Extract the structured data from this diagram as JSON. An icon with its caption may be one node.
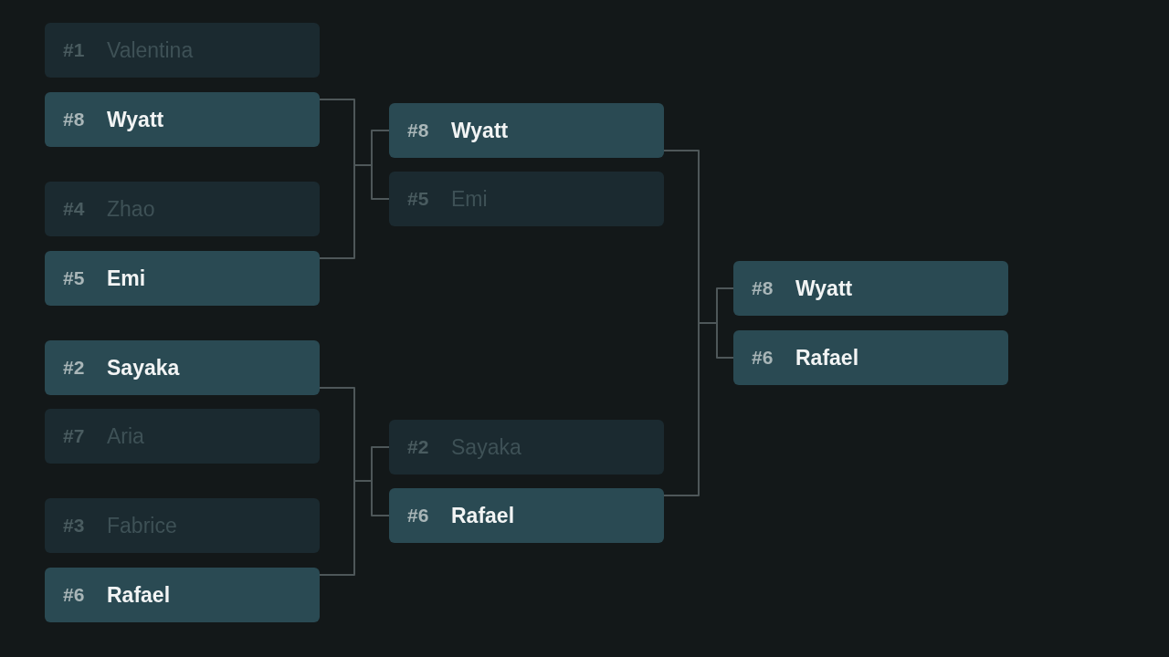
{
  "diagram": {
    "nodes": [
      {
        "text": [
          "#1",
          "Valentina"
        ]
      },
      {
        "text": [
          "#8",
          "Wyatt"
        ]
      },
      {
        "text": [
          "#4",
          "Zhao"
        ]
      },
      {
        "text": [
          "#5",
          "Emi"
        ]
      },
      {
        "text": [
          "#2",
          "Sayaka"
        ]
      },
      {
        "text": [
          "#7",
          "Aria"
        ]
      },
      {
        "text": [
          "#3",
          "Fabrice"
        ]
      },
      {
        "text": [
          "#6",
          "Rafael"
        ]
      },
      {
        "text": [
          "#8",
          "Wyatt"
        ]
      },
      {
        "text": [
          "#5",
          "Emi"
        ]
      },
      {
        "text": [
          "#2",
          "Sayaka"
        ]
      },
      {
        "text": [
          "#6",
          "Rafael"
        ]
      },
      {
        "text": [
          "#8",
          "Wyatt"
        ]
      },
      {
        "text": [
          "#6",
          "Rafael"
        ]
      }
    ],
    "edges": [
      {
        "from": 1,
        "to": 8,
        "arrow": "none"
      },
      {
        "from": 3,
        "to": 9,
        "arrow": "none"
      },
      {
        "from": 4,
        "to": 10,
        "arrow": "none"
      },
      {
        "from": 7,
        "to": 11,
        "arrow": "none"
      },
      {
        "from": 8,
        "to": 12,
        "arrow": "none"
      },
      {
        "from": 11,
        "to": 13,
        "arrow": "none"
      }
    ]
  }
}
